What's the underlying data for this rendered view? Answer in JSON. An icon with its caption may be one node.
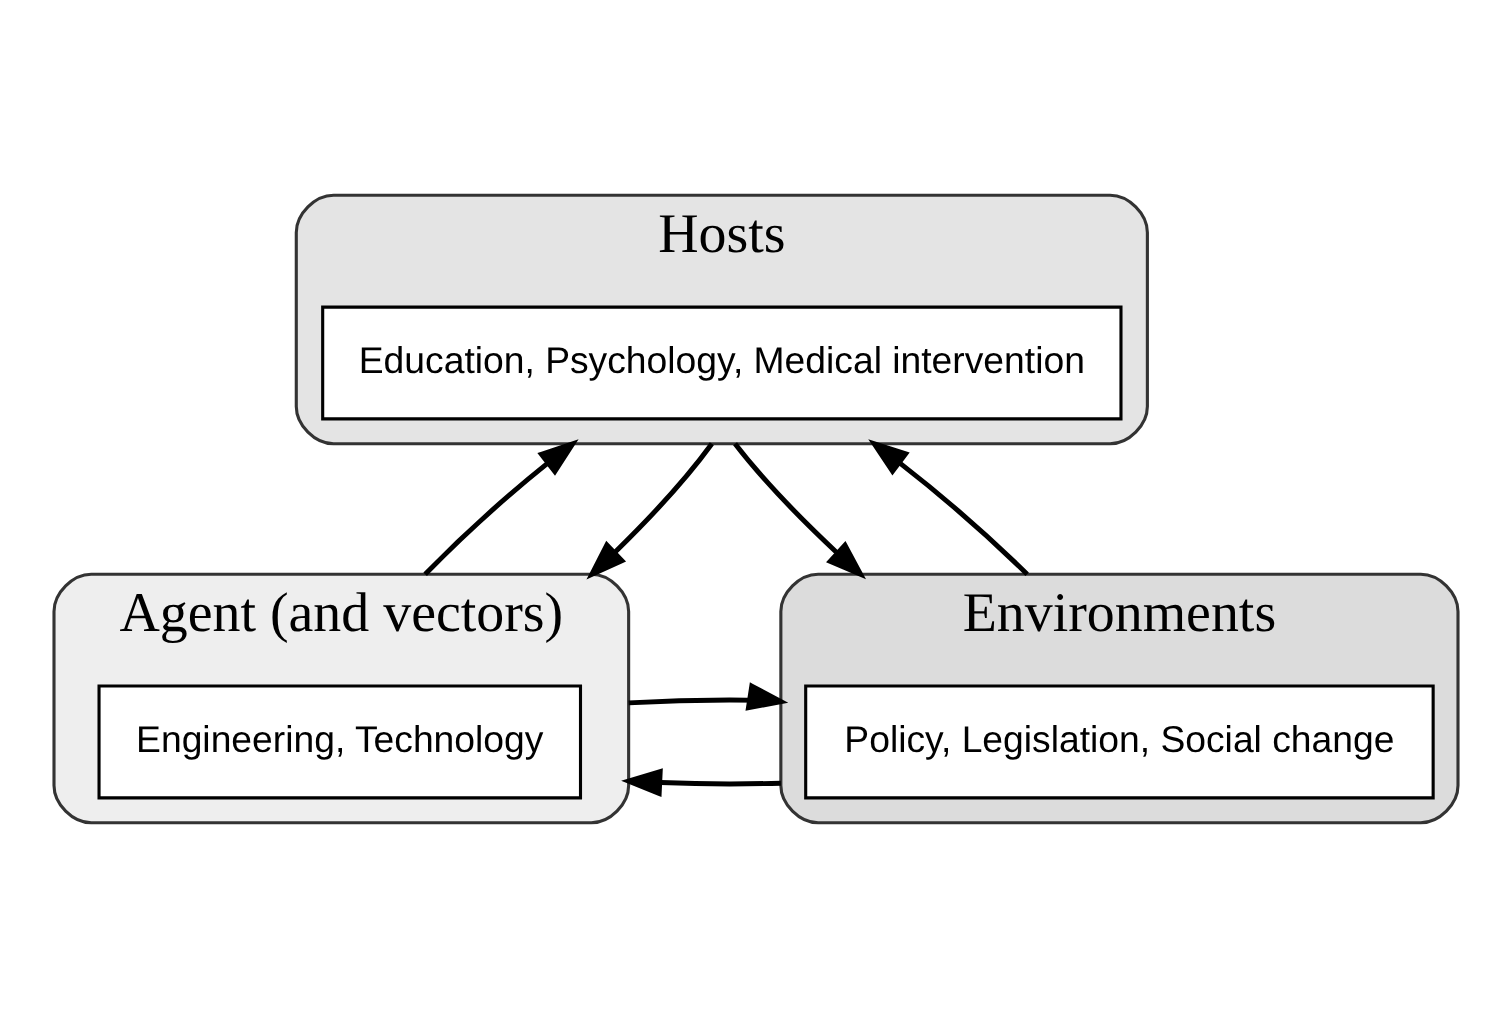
{
  "diagram": {
    "nodes": [
      {
        "text": [
          "Hosts"
        ]
      },
      {
        "text": [
          "Education, Psychology, Medical intervention"
        ],
        "in": 0
      },
      {
        "text": [
          "Agent (and vectors)"
        ]
      },
      {
        "text": [
          "Engineering, Technology"
        ],
        "in": 2
      },
      {
        "text": [
          "Environments"
        ]
      },
      {
        "text": [
          "Policy, Legislation, Social change"
        ],
        "in": 4
      }
    ],
    "edges": [
      {
        "from": 2,
        "to": 0,
        "arrow": "to"
      },
      {
        "from": 0,
        "to": 2,
        "arrow": "to"
      },
      {
        "from": 0,
        "to": 4,
        "arrow": "to"
      },
      {
        "from": 4,
        "to": 0,
        "arrow": "to"
      },
      {
        "from": 4,
        "to": 2,
        "arrow": "to"
      },
      {
        "from": 2,
        "to": 4,
        "arrow": "to"
      }
    ]
  }
}
